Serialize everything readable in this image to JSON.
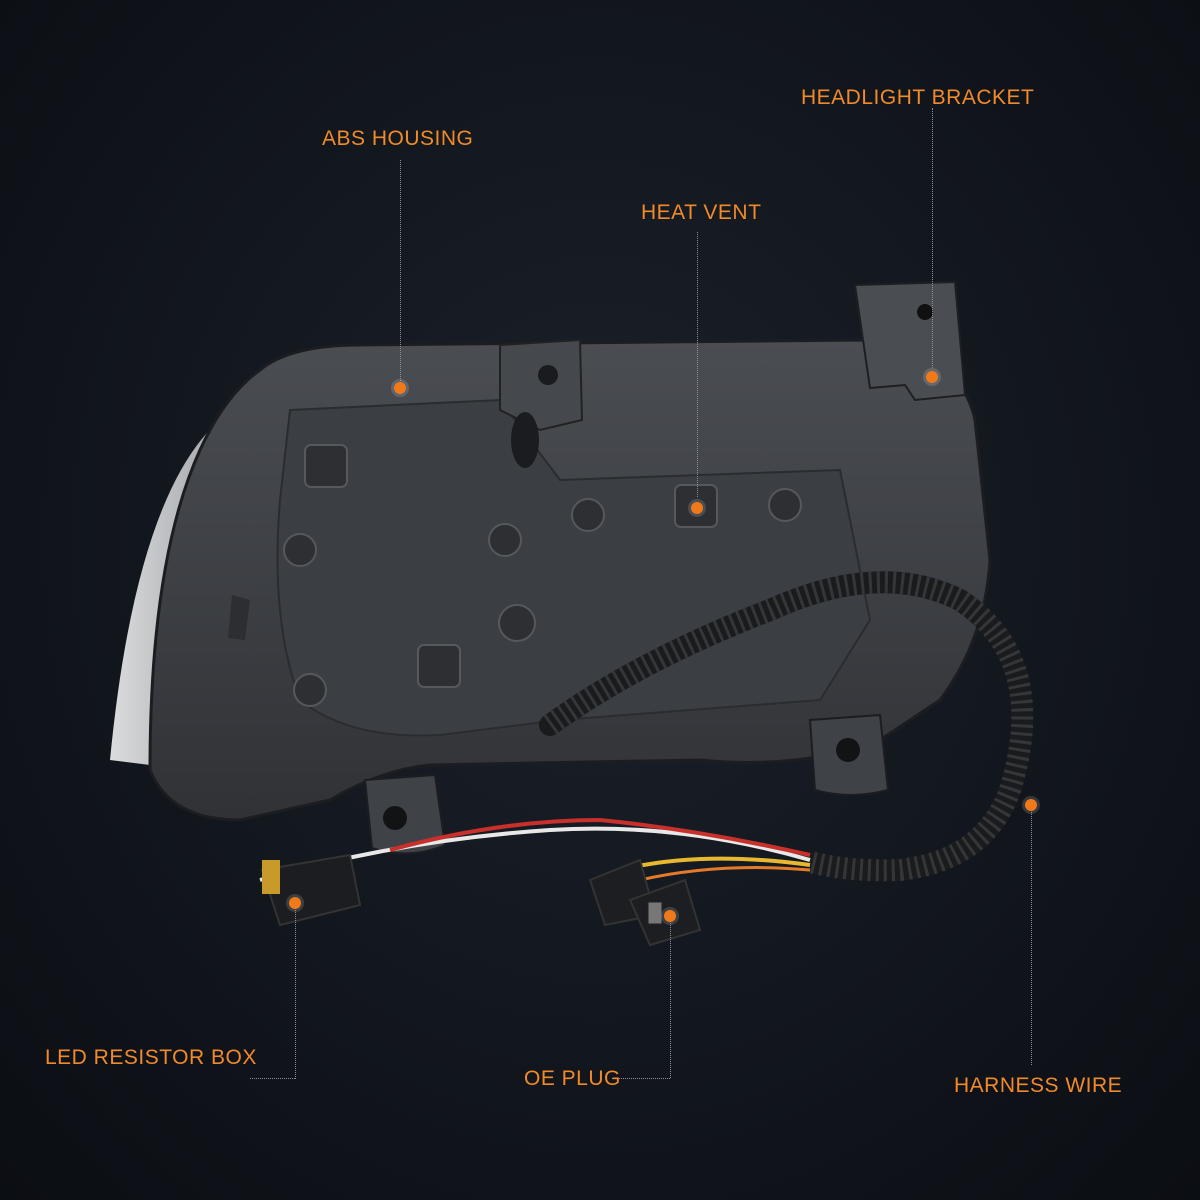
{
  "callouts": {
    "abs_housing": "ABS HOUSING",
    "headlight_bracket": "HEADLIGHT BRACKET",
    "heat_vent": "HEAT VENT",
    "led_resistor_box": "LED RESISTOR BOX",
    "oe_plug": "OE PLUG",
    "harness_wire": "HARNESS WIRE"
  },
  "colors": {
    "accent": "#f08a2a",
    "housing": "#3a3d42",
    "background": "#12161d"
  }
}
